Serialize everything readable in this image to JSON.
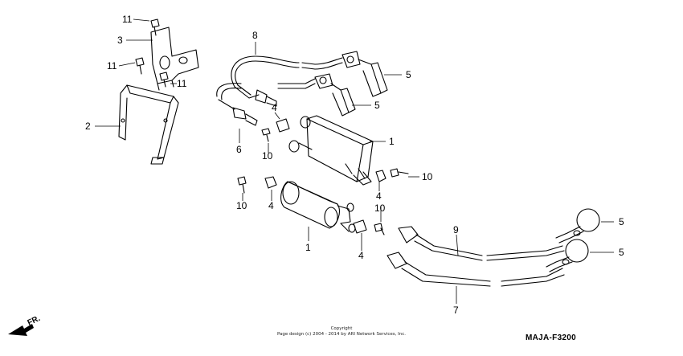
{
  "diagram": {
    "code": "MAJA-F3200",
    "front_indicator": "FR.",
    "copyright_title": "Copyright",
    "copyright_body": "Page design (c) 2004 - 2014 by ARI Network Services, Inc.",
    "callouts": [
      "11",
      "3",
      "11",
      "11",
      "2",
      "8",
      "5",
      "5",
      "4",
      "6",
      "10",
      "1",
      "10",
      "4",
      "10",
      "4",
      "1",
      "10",
      "4",
      "9",
      "5",
      "5",
      "7"
    ]
  },
  "colors": {
    "line": "#000000",
    "background": "#ffffff"
  }
}
